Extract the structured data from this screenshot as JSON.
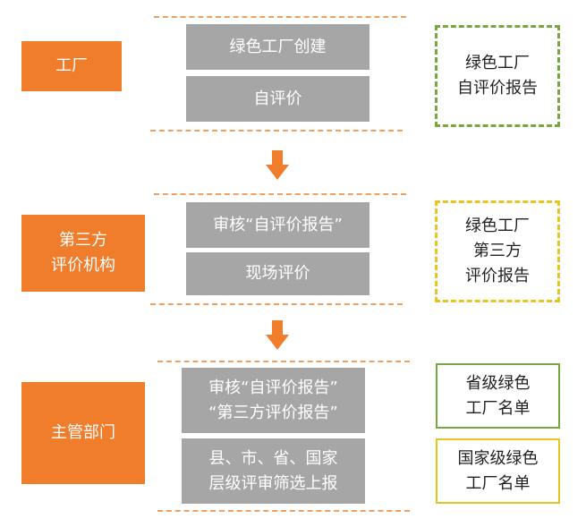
{
  "colors": {
    "role": "#ef7d2b",
    "step": "#a6a6a6",
    "divider": "#f0a060",
    "arrow": "#ef7d2b",
    "green": "#77a83f",
    "yellow": "#e6c422"
  },
  "stage1": {
    "role": "工厂",
    "steps": [
      "绿色工厂创建",
      "自评价"
    ],
    "output": [
      "绿色工厂",
      "自评价报告"
    ]
  },
  "stage2": {
    "role": [
      "第三方",
      "评价机构"
    ],
    "steps": [
      "审核“自评价报告”",
      "现场评价"
    ],
    "output": [
      "绿色工厂",
      "第三方",
      "评价报告"
    ]
  },
  "stage3": {
    "role": "主管部门",
    "steps": [
      [
        "审核“自评价报告”",
        "“第三方评价报告”"
      ],
      [
        "县、市、省、国家",
        "层级评审筛选上报"
      ]
    ],
    "outputs": [
      [
        "省级绿色",
        "工厂名单"
      ],
      [
        "国家级绿色",
        "工厂名单"
      ]
    ]
  }
}
